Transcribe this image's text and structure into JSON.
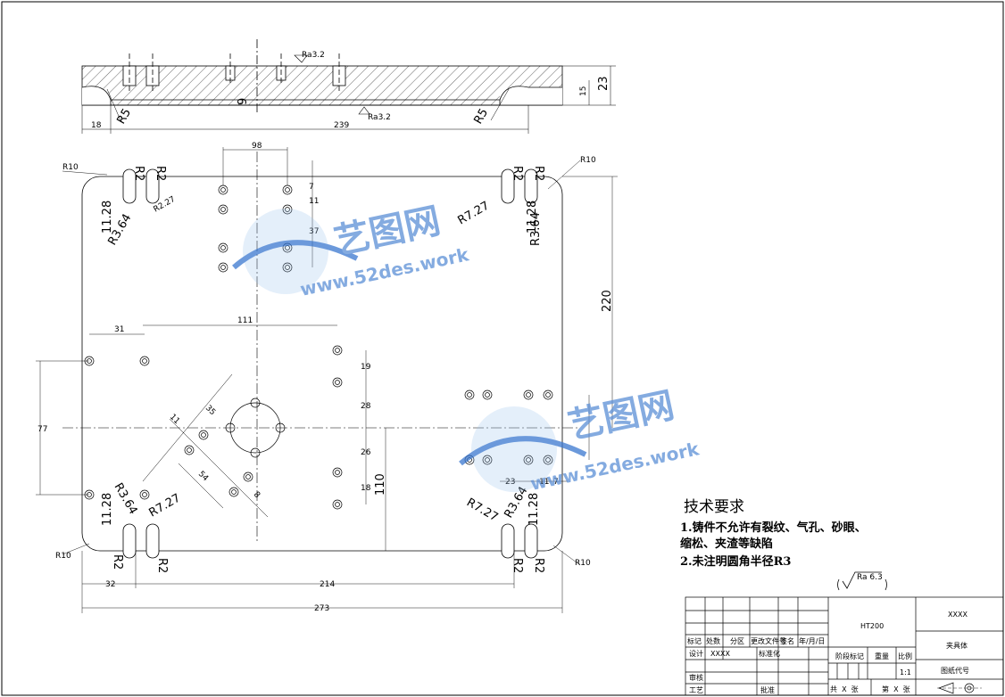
{
  "top_view": {
    "roughness_top": "Ra3.2",
    "roughness_bottom": "Ra3.2",
    "dims": {
      "r5_left": "R5",
      "r5_right": "R5",
      "depth_9": "9",
      "len_18": "18",
      "len_239": "239",
      "h15": "15",
      "h23": "23"
    }
  },
  "plan_view": {
    "dims": {
      "d98": "98",
      "d7": "7",
      "d11": "11",
      "d37": "37",
      "d111": "111",
      "d31": "31",
      "d77": "77",
      "d19": "19",
      "d28": "28",
      "d26": "26",
      "d18": "18",
      "d110": "110",
      "d220": "220",
      "d23": "23",
      "d11b": "11",
      "d7b": "7",
      "d32": "32",
      "d214": "214",
      "d273": "273",
      "d11c": "11",
      "d35": "35",
      "d54": "54",
      "d8": "8"
    },
    "labels": {
      "r10_tl": "R10",
      "r10_tr": "R10",
      "r10_bl": "R10",
      "r10_br": "R10",
      "r2_tl1": "R2",
      "r2_tl2": "R2",
      "r2_tr1": "R2",
      "r2_tr2": "R2",
      "r2_bl1": "R2",
      "r2_bl2": "R2",
      "r2_br1": "R2",
      "r2_br2": "R2",
      "r364_tl": "R3.64",
      "r364_tr": "R3.64",
      "r364_bl": "R3.64",
      "r364_br": "R3.64",
      "r727_tl": "R2.27",
      "r727_tr": "R7.27",
      "r727_bl": "R7.27",
      "r727_br": "R7.27",
      "d1128_tl": "11.28",
      "d1128_tr": "11.28",
      "d1128_bl": "11.28",
      "d1128_br": "11.28"
    }
  },
  "watermark": {
    "brand": "艺图网",
    "url": "www.52des.work"
  },
  "tech_requirements": {
    "title": "技术要求",
    "items": [
      "1.铸件不允许有裂纹、气孔、砂眼、",
      "缩松、夹渣等缺陷",
      "2.未注明圆角半径R3"
    ],
    "roughness_symbol": "Ra 6.3"
  },
  "title_block": {
    "material": "HT200",
    "code_top": "XXXX",
    "part_name": "夹具体",
    "drawing_no_label": "图纸代号",
    "headers": [
      "标记",
      "处数",
      "分区",
      "更改文件号",
      "签名",
      "年/月/日"
    ],
    "design_label": "设计",
    "design_value": "XXXX",
    "std_label": "标准化",
    "stage_label": "阶段标记",
    "weight_label": "重量",
    "scale_label": "比例",
    "scale_value": "1:1",
    "review_label": "审核",
    "process_label": "工艺",
    "approve_label": "批准",
    "total_sheets": "共  X  张",
    "sheet_no": "第  X  张"
  }
}
